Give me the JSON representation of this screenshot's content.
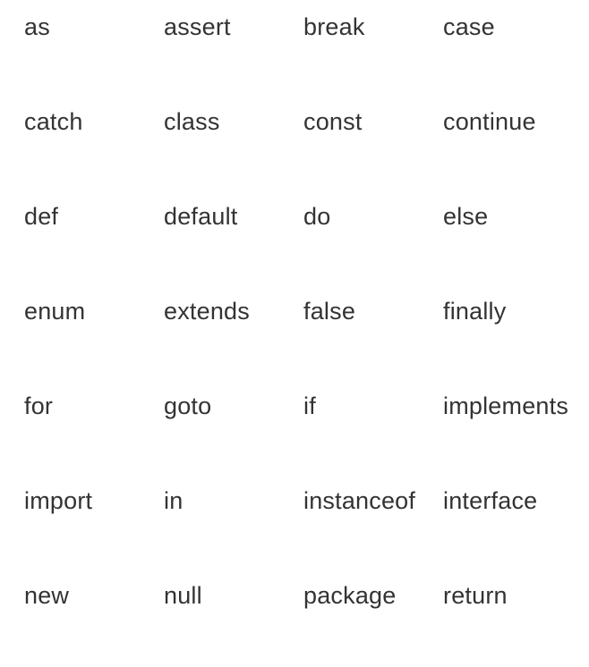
{
  "keyword_table": {
    "rows": [
      [
        "as",
        "assert",
        "break",
        "case"
      ],
      [
        "catch",
        "class",
        "const",
        "continue"
      ],
      [
        "def",
        "default",
        "do",
        "else"
      ],
      [
        "enum",
        "extends",
        "false",
        "finally"
      ],
      [
        "for",
        "goto",
        "if",
        "implements"
      ],
      [
        "import",
        "in",
        "instanceof",
        "interface"
      ],
      [
        "new",
        "null",
        "package",
        "return"
      ]
    ]
  }
}
